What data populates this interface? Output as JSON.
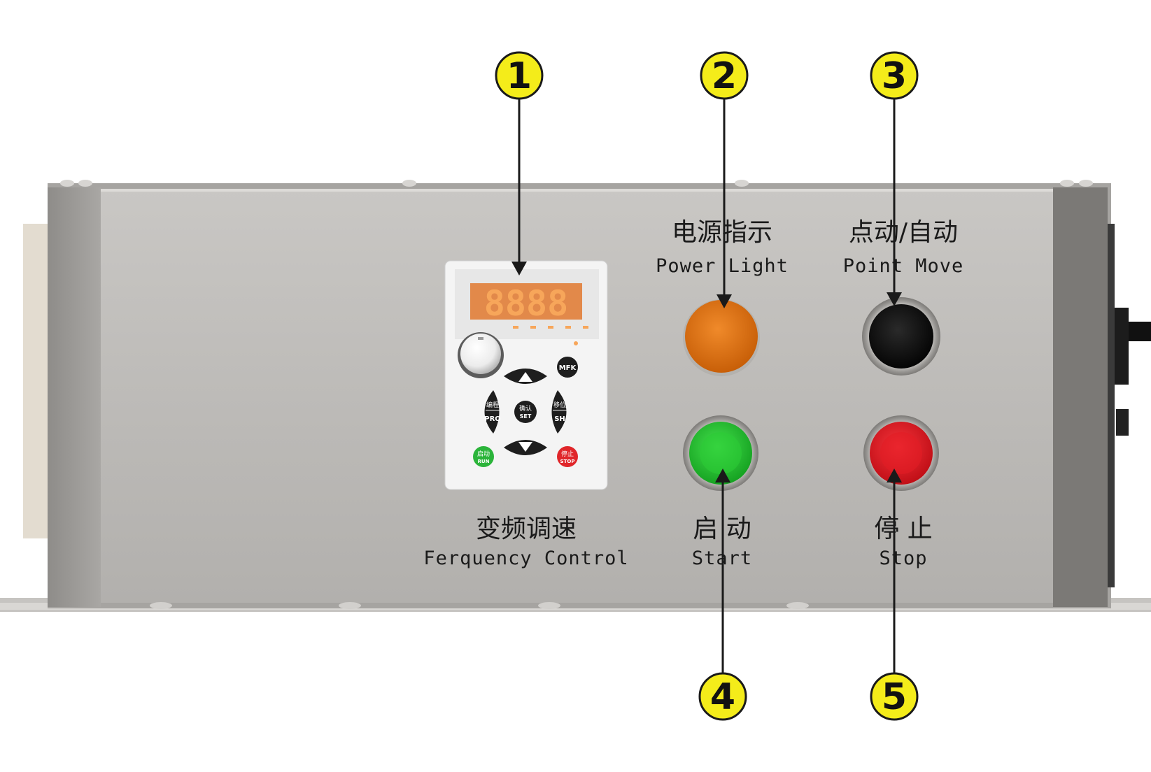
{
  "panel": {
    "display": {
      "digits": "8888"
    },
    "keypad": {
      "mfk": "MFK",
      "pro_cn": "编程",
      "pro_en": "PRO",
      "set_cn": "确认",
      "set_en": "SET",
      "sh_cn": "移位",
      "sh_en": "SH",
      "run_cn": "启动",
      "run_en": "RUN",
      "stop_cn": "停止",
      "stop_en": "STOP"
    },
    "labels": {
      "freq_cn": "变频调速",
      "freq_en": "Ferquency Control",
      "power_cn": "电源指示",
      "power_en": "Power Light",
      "point_cn": "点动/自动",
      "point_en": "Point Move",
      "start_cn": "启 动",
      "start_en": "Start",
      "stop_cn": "停 止",
      "stop_en": "Stop"
    }
  },
  "callouts": [
    "1",
    "2",
    "3",
    "4",
    "5"
  ],
  "colors": {
    "power_light": "#e27612",
    "point_move": "#151515",
    "start": "#2fcf3a",
    "stop": "#e8232b",
    "callout_fill": "#f4ec1a",
    "led_digits": "#f7a65a"
  }
}
